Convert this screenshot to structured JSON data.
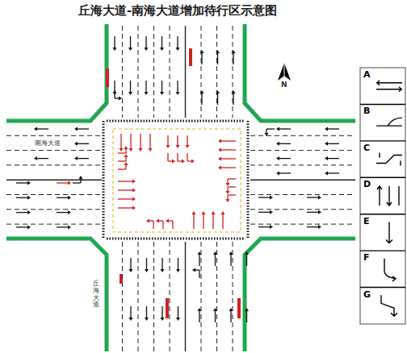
{
  "diagram": {
    "title": "丘海大道-南海大道增加待行区示意图",
    "labels": [
      "南海大道",
      "丘海大道",
      "N"
    ],
    "legend": [
      {
        "text": "A"
      },
      {
        "text": "B"
      },
      {
        "text": "C"
      },
      {
        "text": "D"
      },
      {
        "text": "E"
      },
      {
        "text": "F"
      },
      {
        "text": "G"
      }
    ]
  }
}
